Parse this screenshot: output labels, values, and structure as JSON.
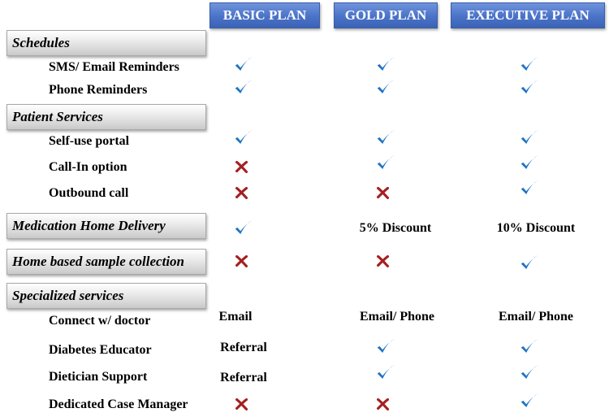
{
  "plans": [
    "BASIC PLAN",
    "GOLD PLAN",
    "EXECUTIVE PLAN"
  ],
  "categories": [
    "Schedules",
    "Patient Services",
    "Medication Home Delivery",
    "Home based sample collection",
    "Specialized services"
  ],
  "features": [
    "SMS/ Email Reminders",
    "Phone Reminders",
    "Self-use portal",
    "Call-In option",
    "Outbound call",
    "Connect w/ doctor",
    "Diabetes Educator",
    "Dietician Support",
    "Dedicated Case Manager"
  ],
  "values": {
    "medication_gold": "5% Discount",
    "medication_exec": "10% Discount",
    "doctor_basic": "Email",
    "doctor_gold": "Email/ Phone",
    "doctor_exec": "Email/ Phone",
    "diabetes_basic": "Referral",
    "dietician_basic": "Referral"
  },
  "icons": {
    "included": "check-icon",
    "excluded": "cross-icon"
  },
  "colors": {
    "header_blue": "#4a73c8",
    "check_blue": "#1f74c4",
    "cross_red": "#a52020",
    "category_gray": "#d6d6d6"
  }
}
